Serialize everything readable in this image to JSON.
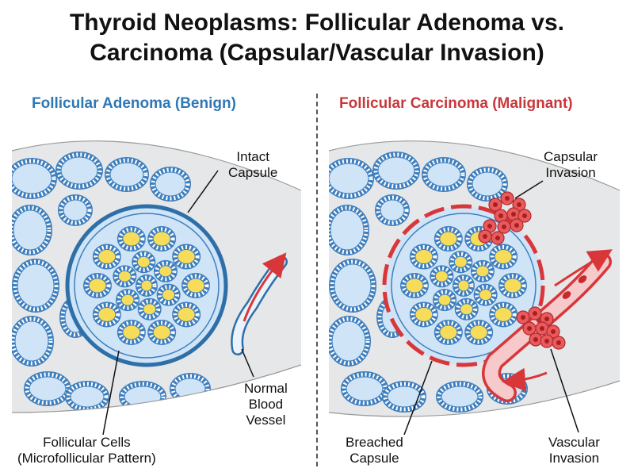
{
  "title": {
    "line1": "Thyroid Neoplasms: Follicular Adenoma vs.",
    "line2": "Carcinoma (Capsular/Vascular Invasion)"
  },
  "left_panel": {
    "heading": "Follicular Adenoma (Benign)",
    "color": "#2f78b5",
    "labels": {
      "capsule": [
        "Intact",
        "Capsule"
      ],
      "vessel": [
        "Normal",
        "Blood",
        "Vessel"
      ],
      "cells": [
        "Follicular Cells",
        "(Microfollicular Pattern)"
      ]
    }
  },
  "right_panel": {
    "heading": "Follicular Carcinoma (Malignant)",
    "color": "#c8383b",
    "labels": {
      "capsular_invasion": [
        "Capsular",
        "Invasion"
      ],
      "breached": [
        "Breached",
        "Capsule"
      ],
      "vascular_invasion": [
        "Vascular",
        "Invasion"
      ]
    }
  },
  "colors": {
    "tissue_bg": "#e6e7e8",
    "follicle_fill": "#cfe4f6",
    "cell_line": "#3f7fbe",
    "colloid": "#f7dc5a",
    "capsule_blue": "#2f6fa8",
    "capsule_red": "#d9363a",
    "tumor_cell": "#e85a5c"
  }
}
